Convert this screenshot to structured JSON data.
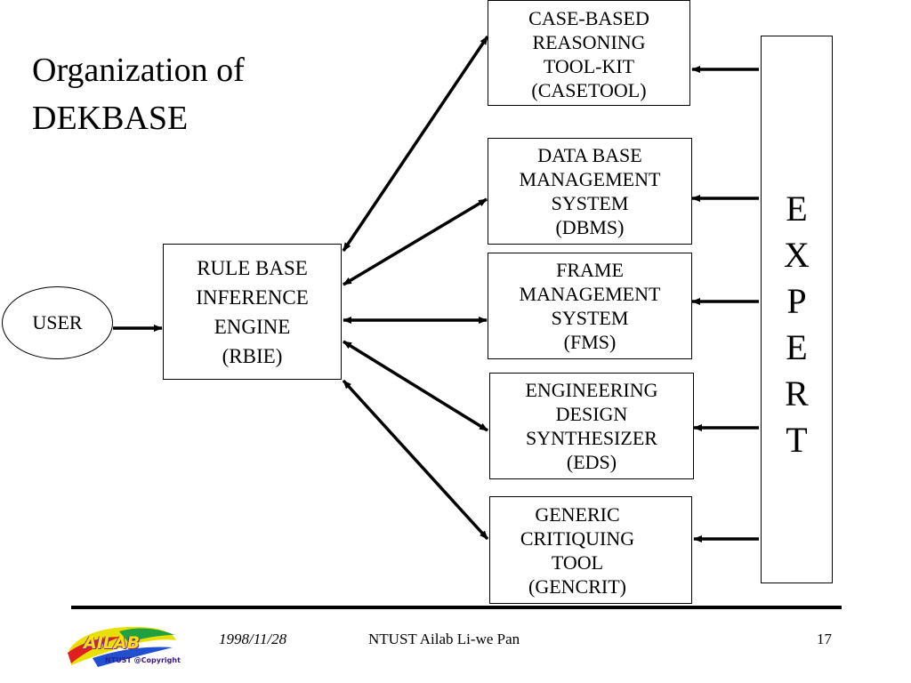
{
  "title": {
    "line1": "Organization of",
    "line2": "DEKBASE"
  },
  "user": {
    "label": "USER"
  },
  "rbie": {
    "lines": [
      "RULE BASE",
      "INFERENCE",
      "ENGINE",
      "(RBIE)"
    ]
  },
  "casetool": {
    "lines": [
      "CASE-BASED",
      "REASONING",
      "TOOL-KIT",
      "(CASETOOL)"
    ]
  },
  "dbms": {
    "lines": [
      "DATA BASE",
      "MANAGEMENT",
      "SYSTEM",
      "(DBMS)"
    ]
  },
  "fms": {
    "lines": [
      "FRAME",
      "MANAGEMENT",
      "SYSTEM",
      "(FMS)"
    ]
  },
  "eds": {
    "lines": [
      "ENGINEERING",
      "DESIGN",
      "SYNTHESIZER",
      "(EDS)"
    ]
  },
  "gencrit": {
    "lines": [
      "GENERIC",
      "CRITIQUING",
      "TOOL",
      "(GENCRIT)"
    ]
  },
  "expert": {
    "letters": [
      "E",
      "X",
      "P",
      "E",
      "R",
      "T"
    ]
  },
  "footer": {
    "date": "1998/11/28",
    "author": "NTUST Ailab Li-we Pan",
    "page": "17",
    "logo_text": "AILAB",
    "logo_sub": "NTUST @Copyright"
  }
}
